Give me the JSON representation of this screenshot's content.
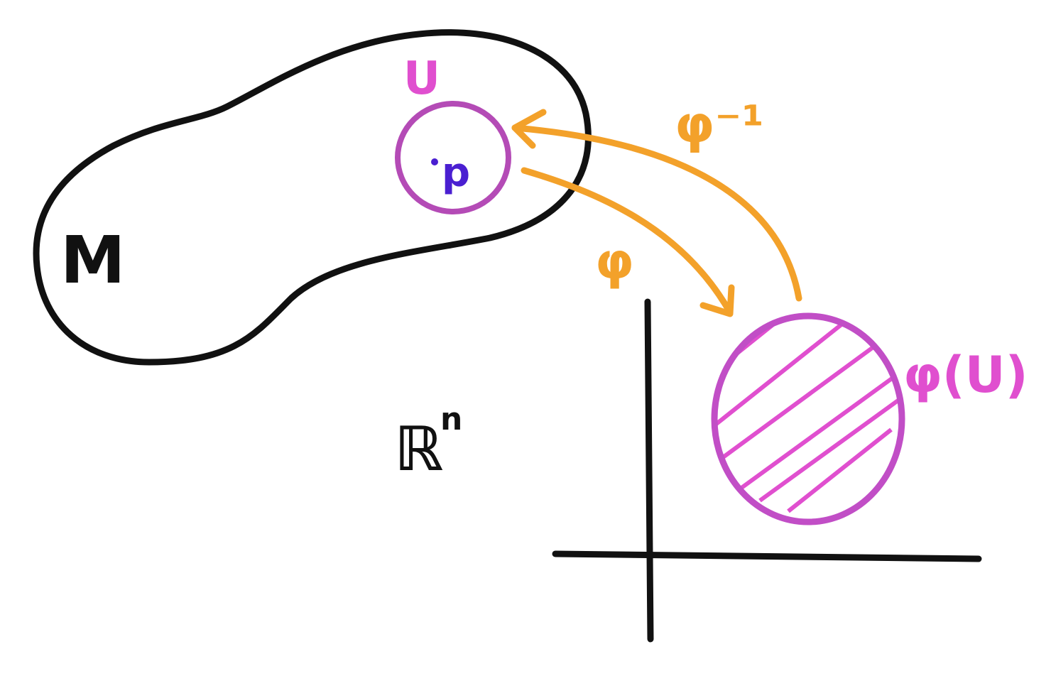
{
  "labels": {
    "manifold": "M",
    "open_set": "U",
    "point": "p",
    "chart_map": "φ",
    "inverse_map": "φ⁻¹",
    "image_set": "φ(U)",
    "euclidean_space": "ℝ",
    "euclidean_dim": "n"
  },
  "colors": {
    "outline": "#111111",
    "open_set": "#b44bb6",
    "hatch": "#e04fcf",
    "point": "#4a1fd1",
    "map_arrow": "#f3a12a"
  }
}
